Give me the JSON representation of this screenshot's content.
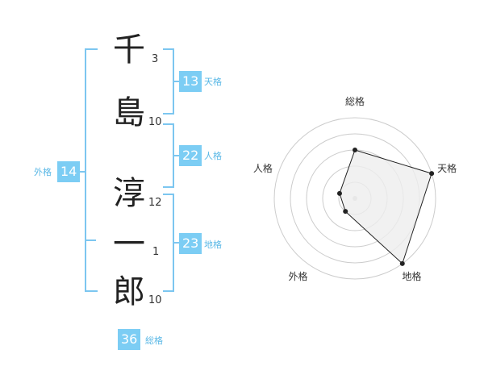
{
  "name_chars": [
    {
      "char": "千",
      "strokes": "3"
    },
    {
      "char": "島",
      "strokes": "10"
    },
    {
      "char": "淳",
      "strokes": "12"
    },
    {
      "char": "一",
      "strokes": "1"
    },
    {
      "char": "郎",
      "strokes": "10"
    }
  ],
  "kakusu": {
    "tenkaku": {
      "value": "13",
      "label": "天格"
    },
    "jinkaku": {
      "value": "22",
      "label": "人格"
    },
    "chikaku": {
      "value": "23",
      "label": "地格"
    },
    "gaikaku": {
      "value": "14",
      "label": "外格"
    },
    "soukaku": {
      "value": "36",
      "label": "総格"
    }
  },
  "chart_data": {
    "type": "radar",
    "axes": [
      "総格",
      "天格",
      "地格",
      "外格",
      "人格"
    ],
    "levels": 5,
    "values": [
      3,
      5,
      5,
      1,
      1
    ],
    "max": 5
  },
  "colors": {
    "accent": "#7ccdf4",
    "bracket": "#7cc6f0",
    "label": "#5ab8e6",
    "radar_fill": "#eeeeee",
    "radar_stroke": "#222222"
  }
}
